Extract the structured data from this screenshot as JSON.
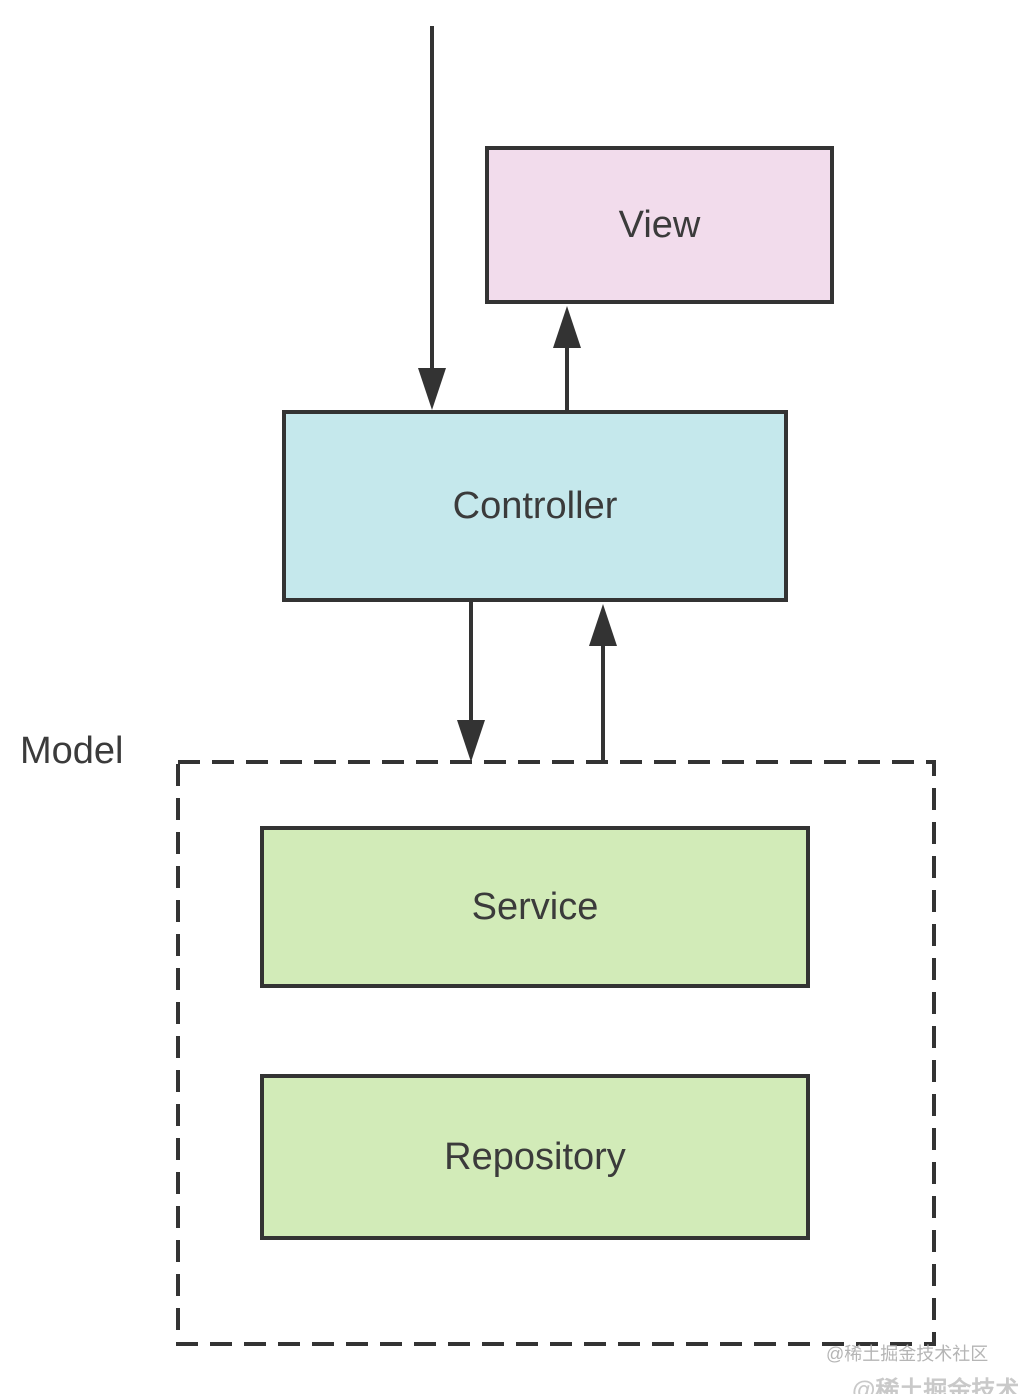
{
  "colors": {
    "view_fill": "#f2dcec",
    "controller_fill": "#c5e8ec",
    "service_fill": "#d2ebb8",
    "repository_fill": "#d2ebb8",
    "stroke": "#333333"
  },
  "nodes": {
    "view": {
      "label": "View"
    },
    "controller": {
      "label": "Controller"
    },
    "service": {
      "label": "Service"
    },
    "repository": {
      "label": "Repository"
    }
  },
  "group": {
    "label": "Model"
  },
  "edges": [
    {
      "from": "external-input",
      "to": "controller"
    },
    {
      "from": "controller",
      "to": "view"
    },
    {
      "from": "controller",
      "to": "model"
    },
    {
      "from": "model",
      "to": "controller"
    }
  ],
  "watermark": {
    "primary": "@稀土掘金技术社区",
    "secondary": "@稀土掘金技术"
  }
}
